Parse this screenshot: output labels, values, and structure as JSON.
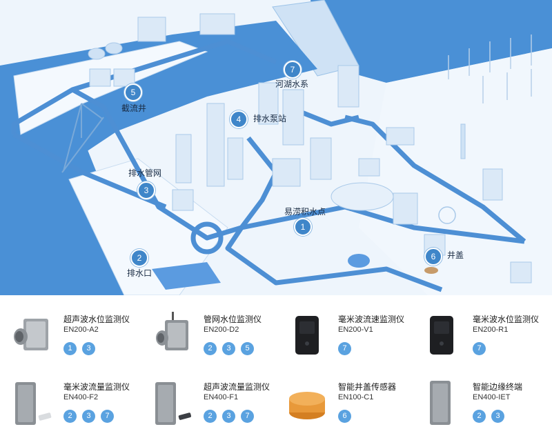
{
  "colors": {
    "water": "#4a90d6",
    "road": "#4d8fd4",
    "land": "#eef5fc",
    "building": "#dbe9f7",
    "marker": "#3f86c9",
    "badge": "#5aa2e0",
    "lid": "#e8993a"
  },
  "zones": [
    {
      "num": "1",
      "label": "易涝积水点"
    },
    {
      "num": "2",
      "label": "排水口"
    },
    {
      "num": "3",
      "label": "排水管网"
    },
    {
      "num": "4",
      "label": "排水泵站"
    },
    {
      "num": "5",
      "label": "截流井"
    },
    {
      "num": "6",
      "label": "井盖"
    },
    {
      "num": "7",
      "label": "河湖水系"
    }
  ],
  "products": [
    {
      "name": "超声波水位监测仪",
      "model": "EN200-A2",
      "tags": [
        "1",
        "3"
      ],
      "icon": "ultrasonic-level-sensor-icon"
    },
    {
      "name": "管网水位监测仪",
      "model": "EN200-D2",
      "tags": [
        "2",
        "3",
        "5"
      ],
      "icon": "pipe-level-sensor-icon"
    },
    {
      "name": "毫米波流速监测仪",
      "model": "EN200-V1",
      "tags": [
        "7"
      ],
      "icon": "mmwave-velocity-sensor-icon"
    },
    {
      "name": "毫米波水位监测仪",
      "model": "EN200-R1",
      "tags": [
        "7"
      ],
      "icon": "mmwave-level-sensor-icon"
    },
    {
      "name": "毫米波流量监测仪",
      "model": "EN400-F2",
      "tags": [
        "2",
        "3",
        "7"
      ],
      "icon": "mmwave-flow-sensor-icon"
    },
    {
      "name": "超声波流量监测仪",
      "model": "EN400-F1",
      "tags": [
        "2",
        "3",
        "7"
      ],
      "icon": "ultrasonic-flow-sensor-icon"
    },
    {
      "name": "智能井盖传感器",
      "model": "EN100-C1",
      "tags": [
        "6"
      ],
      "icon": "manhole-cover-sensor-icon"
    },
    {
      "name": "智能边缘终端",
      "model": "EN400-IET",
      "tags": [
        "2",
        "3"
      ],
      "icon": "edge-terminal-icon"
    }
  ]
}
